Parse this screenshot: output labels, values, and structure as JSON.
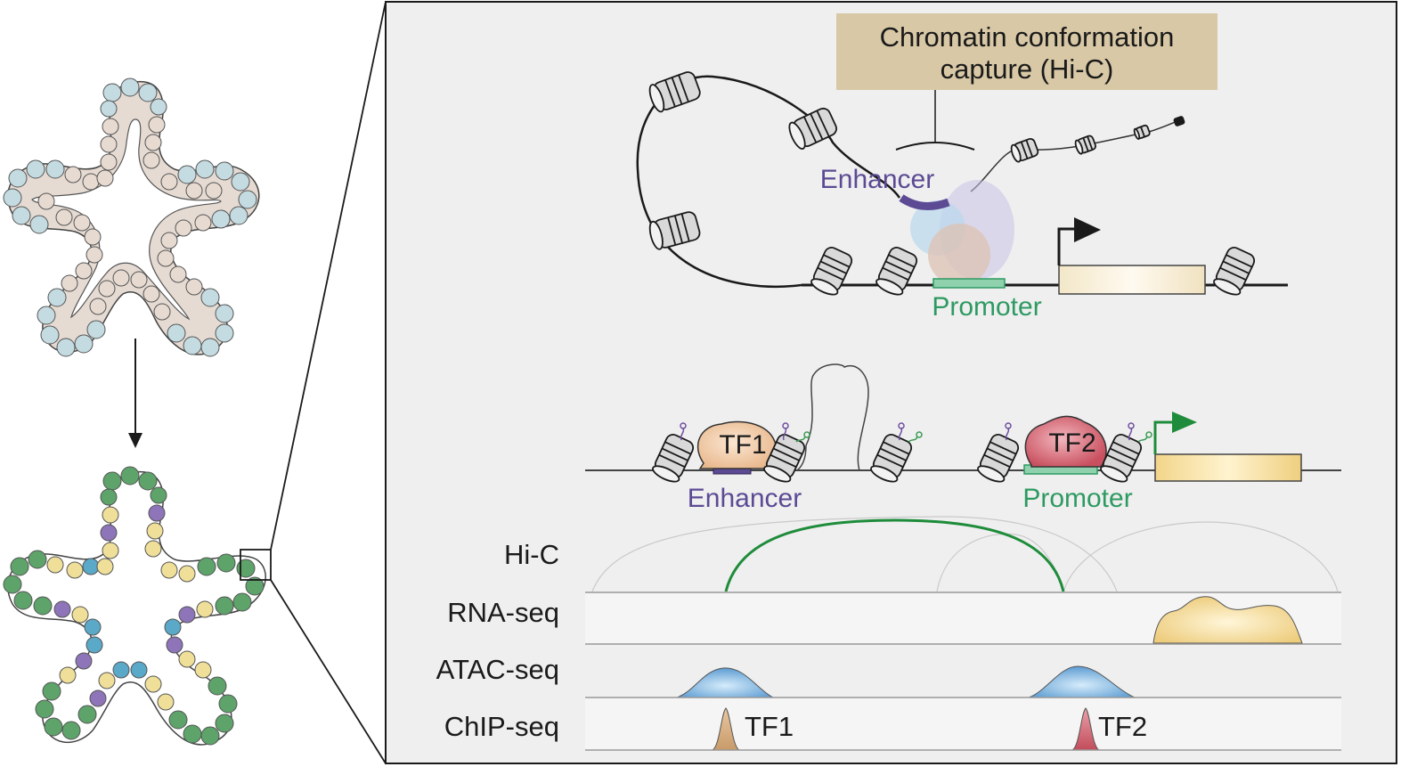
{
  "labels": {
    "hic_box": [
      "Chromatin conformation",
      "capture (Hi-C)"
    ],
    "enhancer_top": "Enhancer",
    "promoter_top": "Promoter",
    "tf1": "TF1",
    "tf2": "TF2",
    "enhancer_bottom": "Enhancer",
    "promoter_bottom": "Promoter",
    "track_hic": "Hi-C",
    "track_rna": "RNA-seq",
    "track_atac": "ATAC-seq",
    "track_chip": "ChIP-seq",
    "chip_tf1": "TF1",
    "chip_tf2": "TF2"
  },
  "colors": {
    "panel_bg": "#efefef",
    "hic_box": "#d8c8a6",
    "enhancer": "#5c4a94",
    "promoter": "#2e9a62",
    "hic_loop": "#1e8c3a",
    "rna_peak": "#f1d48a",
    "atac_peak": "#6aa7d8",
    "tf1": "#f2c9a4",
    "tf2": "#d9707c",
    "organoid_top_lumen": "#c6dde2",
    "organoid_top_crypt": "#e8dcd4",
    "organoid_bottom_green": "#5da36a",
    "organoid_bottom_yellow": "#efdf99",
    "organoid_bottom_purple": "#8e74b8",
    "organoid_bottom_blue": "#5aa9c8"
  }
}
